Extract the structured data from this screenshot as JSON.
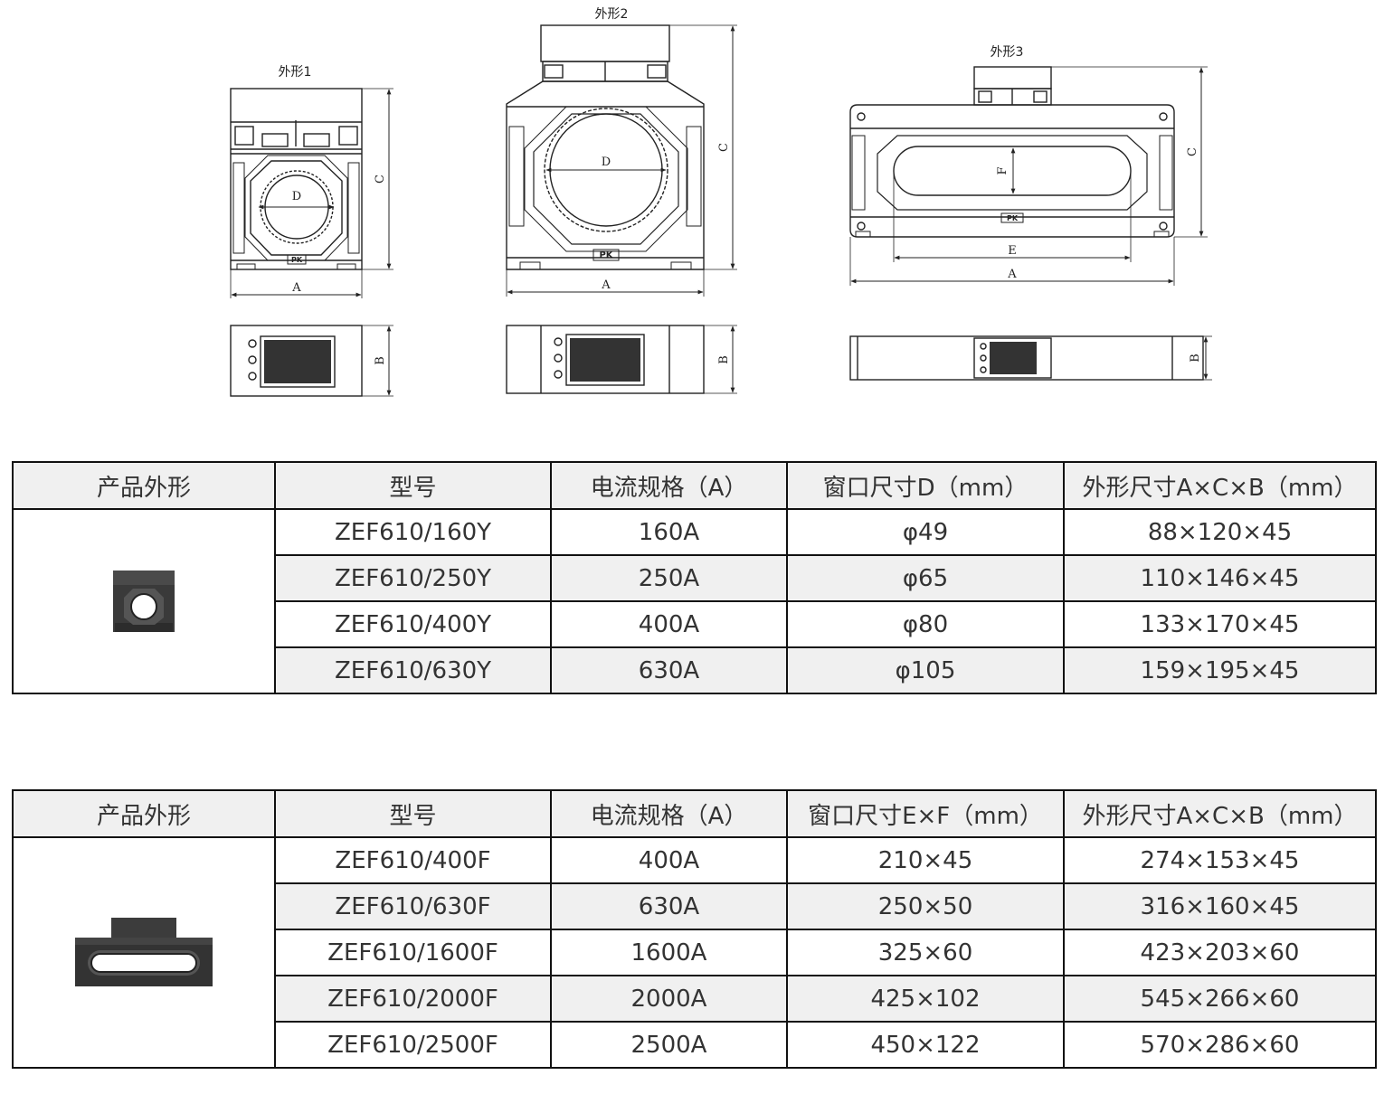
{
  "drawings": {
    "shape1": {
      "label": "外形1",
      "dims": {
        "D": "D",
        "C": "C",
        "A": "A",
        "B": "B"
      },
      "logo": "PK"
    },
    "shape2": {
      "label": "外形2",
      "dims": {
        "D": "D",
        "C": "C",
        "A": "A",
        "B": "B"
      },
      "logo": "PK"
    },
    "shape3": {
      "label": "外形3",
      "dims": {
        "F": "F",
        "C": "C",
        "E": "E",
        "A": "A",
        "B": "B"
      },
      "logo": "PK"
    }
  },
  "table1": {
    "headers": [
      "产品外形",
      "型号",
      "电流规格（A）",
      "窗口尺寸D（mm）",
      "外形尺寸A×C×B（mm）"
    ],
    "rows": [
      [
        "ZEF610/160Y",
        "160A",
        "φ49",
        "88×120×45"
      ],
      [
        "ZEF610/250Y",
        "250A",
        "φ65",
        "110×146×45"
      ],
      [
        "ZEF610/400Y",
        "400A",
        "φ80",
        "133×170×45"
      ],
      [
        "ZEF610/630Y",
        "630A",
        "φ105",
        "159×195×45"
      ]
    ]
  },
  "table2": {
    "headers": [
      "产品外形",
      "型号",
      "电流规格（A）",
      "窗口尺寸E×F（mm）",
      "外形尺寸A×C×B（mm）"
    ],
    "rows": [
      [
        "ZEF610/400F",
        "400A",
        "210×45",
        "274×153×45"
      ],
      [
        "ZEF610/630F",
        "630A",
        "250×50",
        "316×160×45"
      ],
      [
        "ZEF610/1600F",
        "1600A",
        "325×60",
        "423×203×60"
      ],
      [
        "ZEF610/2000F",
        "2000A",
        "425×102",
        "545×266×60"
      ],
      [
        "ZEF610/2500F",
        "2500A",
        "450×122",
        "570×286×60"
      ]
    ]
  }
}
